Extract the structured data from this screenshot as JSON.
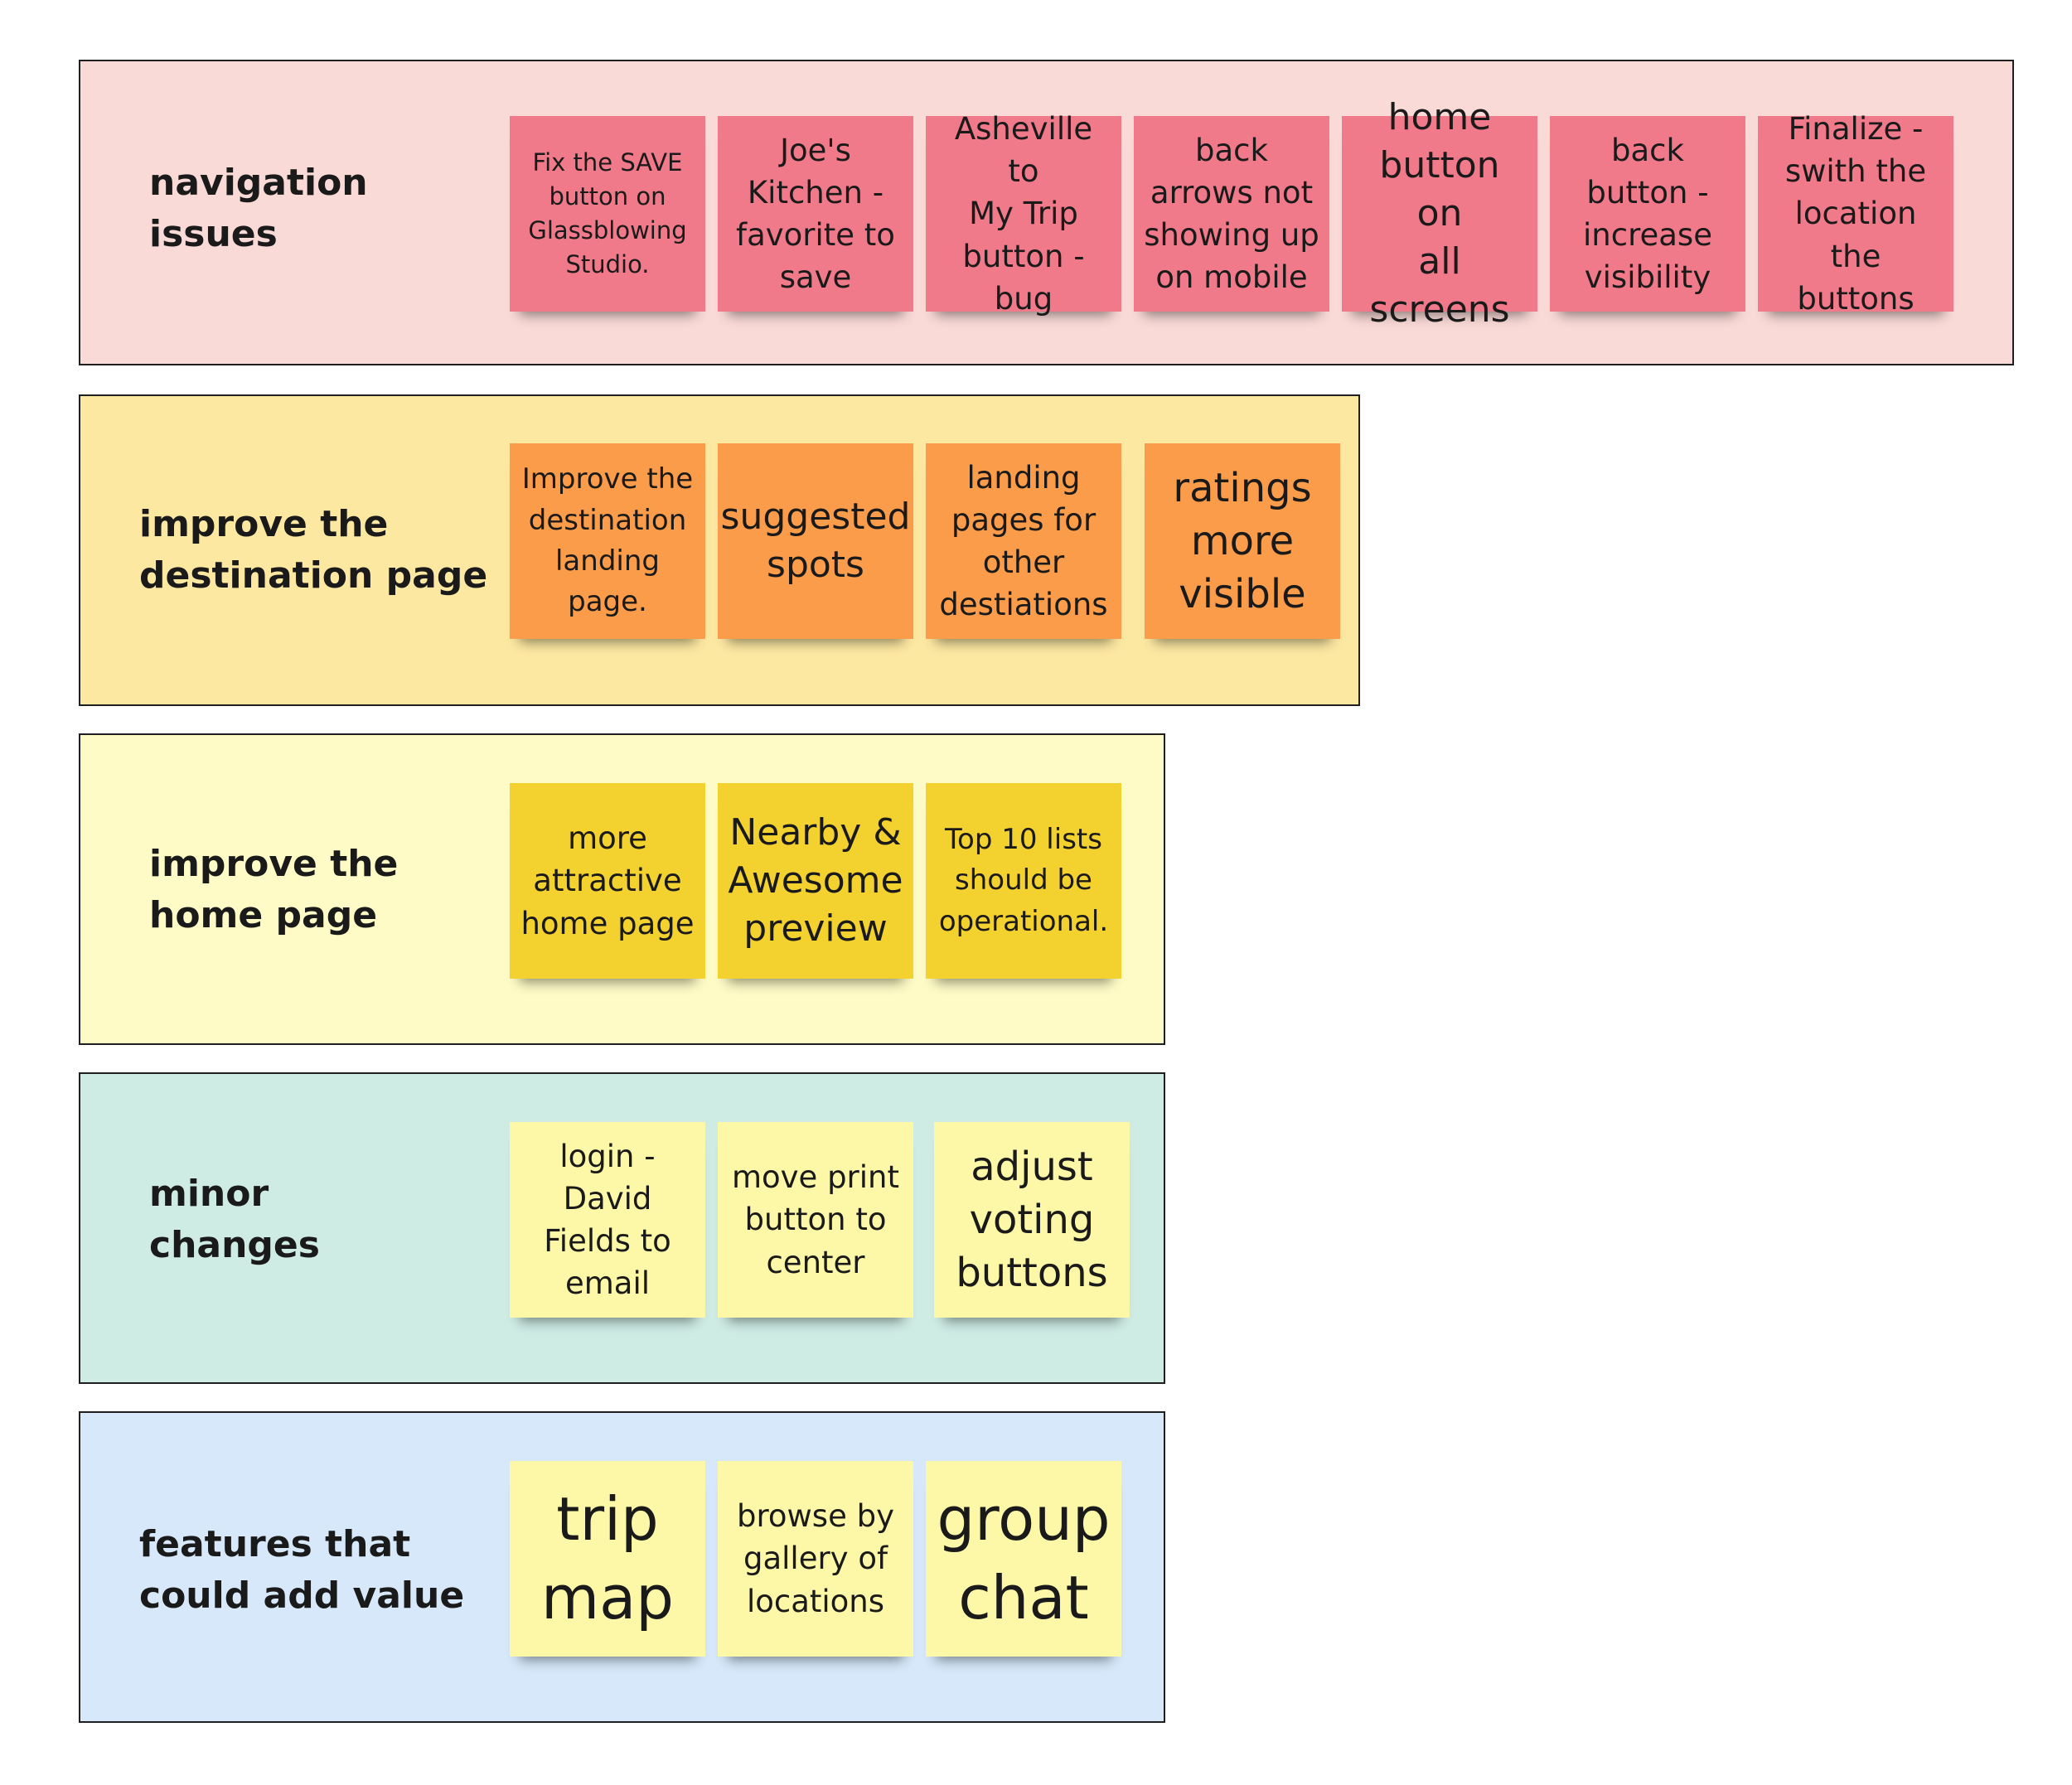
{
  "groups": [
    {
      "title": "navigation\nissues",
      "color": "#fadad7",
      "stickies": [
        {
          "text": "Fix the SAVE\nbutton on\nGlassblowing\nStudio.",
          "color": "#f07a89"
        },
        {
          "text": "Joe's\nKitchen -\nfavorite to\nsave",
          "color": "#f07a89"
        },
        {
          "text": "Asheville to\nMy Trip\nbutton -\nbug",
          "color": "#f07a89"
        },
        {
          "text": "back\narrows not\nshowing up\non mobile",
          "color": "#f07a89"
        },
        {
          "text": "home\nbutton on\nall screens",
          "color": "#f07a89"
        },
        {
          "text": "back\nbutton -\nincrease\nvisibility",
          "color": "#f07a89"
        },
        {
          "text": "Finalize -\nswith the\nlocation the\nbuttons",
          "color": "#f07a89"
        }
      ]
    },
    {
      "title": "improve the\ndestination page",
      "color": "#fde8a2",
      "stickies": [
        {
          "text": "Improve the\ndestination\nlanding\npage.",
          "color": "#fb9c4a"
        },
        {
          "text": "suggested\nspots",
          "color": "#fb9c4a"
        },
        {
          "text": "landing\npages for\nother\ndestiations",
          "color": "#fb9c4a"
        },
        {
          "text": "ratings\nmore\nvisible",
          "color": "#fb9c4a"
        }
      ]
    },
    {
      "title": "improve the\nhome page",
      "color": "#fefbc6",
      "stickies": [
        {
          "text": "more\nattractive\nhome page",
          "color": "#f3d12f"
        },
        {
          "text": "Nearby &\nAwesome\npreview",
          "color": "#f3d12f"
        },
        {
          "text": "Top 10 lists\nshould be\noperational.",
          "color": "#f3d12f"
        }
      ]
    },
    {
      "title": "minor\nchanges",
      "color": "#ceebe4",
      "stickies": [
        {
          "text": "login -\nDavid\nFields to\nemail",
          "color": "#fdf7a8"
        },
        {
          "text": "move print\nbutton to\ncenter",
          "color": "#fdf7a8"
        },
        {
          "text": "adjust\nvoting\nbuttons",
          "color": "#fdf7a8"
        }
      ]
    },
    {
      "title": "features that\ncould add value",
      "color": "#d6e8fa",
      "stickies": [
        {
          "text": "trip\nmap",
          "color": "#fdf7a8"
        },
        {
          "text": "browse by\ngallery of\nlocations",
          "color": "#fdf7a8"
        },
        {
          "text": "group\nchat",
          "color": "#fdf7a8"
        }
      ]
    }
  ]
}
